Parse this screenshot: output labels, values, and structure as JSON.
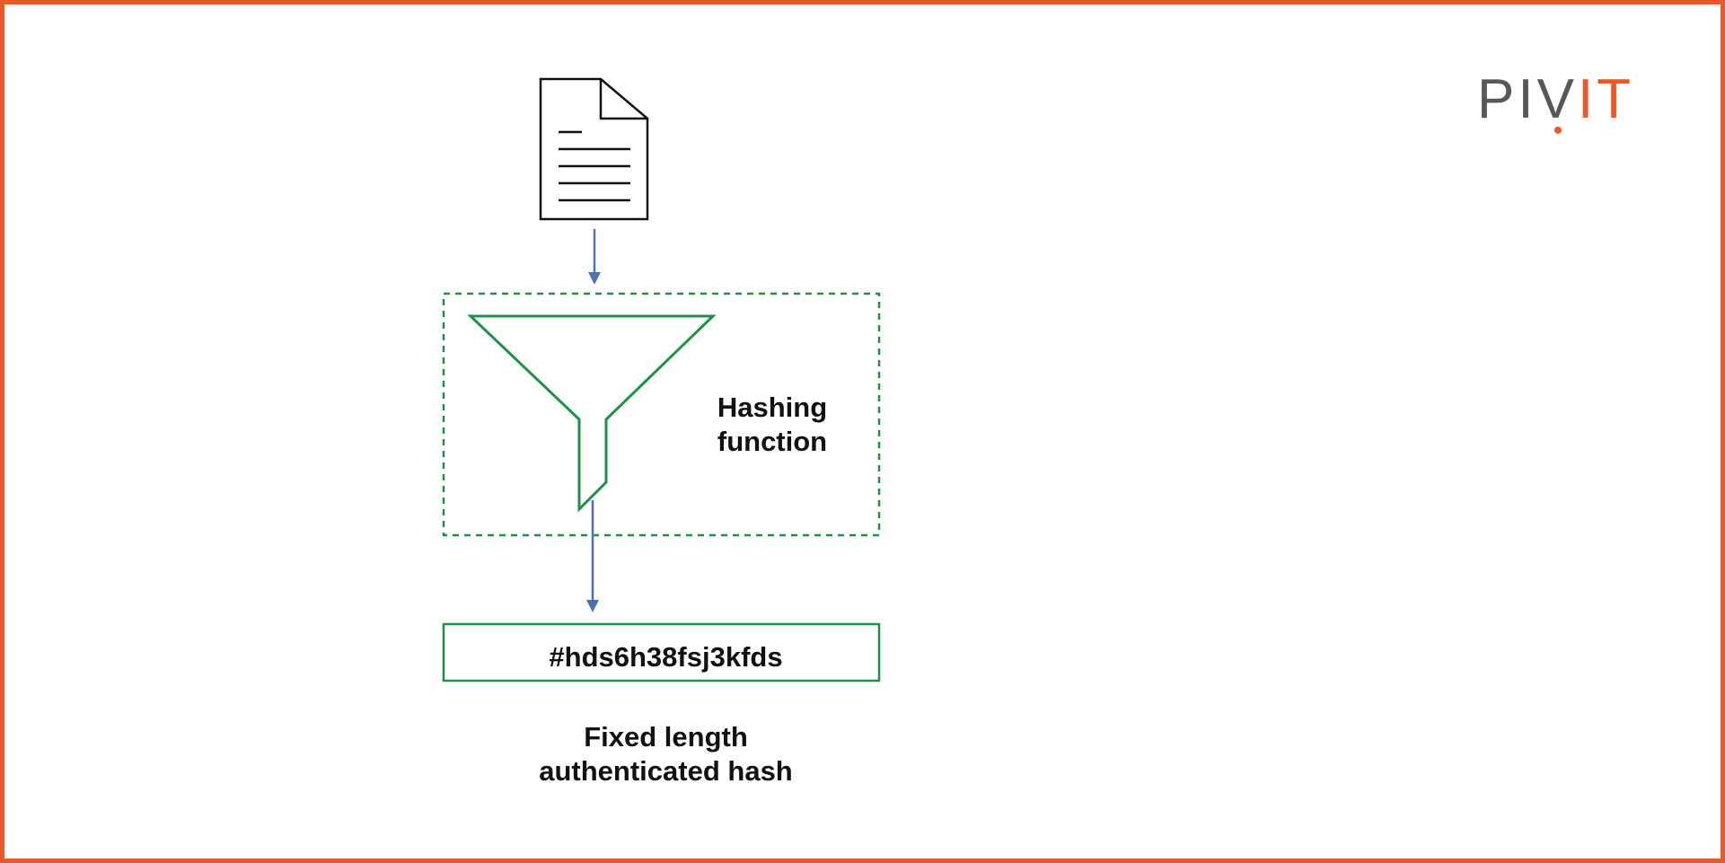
{
  "brand": {
    "logo_text": "PIVIT",
    "logo_part_gray": "PIV",
    "logo_part_orange": "IT",
    "gray": "#58585A",
    "orange": "#E8582A"
  },
  "colors": {
    "frame": "#E8582A",
    "green": "#1E9146",
    "arrow": "#4A73B0",
    "text": "#111111"
  },
  "nodes": {
    "document": {
      "icon": "document-icon"
    },
    "hashing": {
      "label_line1": "Hashing",
      "label_line2": "function",
      "icon": "funnel-icon"
    },
    "output": {
      "value": "#hds6h38fsj3kfds"
    },
    "caption": {
      "line1": "Fixed length",
      "line2": "authenticated hash"
    }
  }
}
